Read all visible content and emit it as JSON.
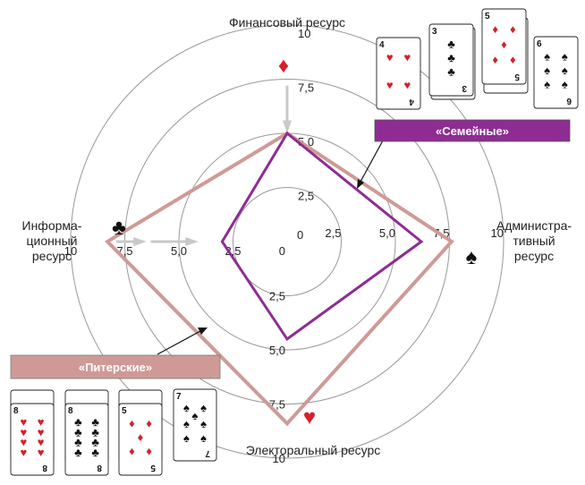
{
  "chart_data": {
    "type": "radar",
    "axes": [
      {
        "key": "financial",
        "label_lines": [
          "Финансовый ресурс"
        ],
        "suit": "♦",
        "suit_color": "#d6202a"
      },
      {
        "key": "administrative",
        "label_lines": [
          "Администра-",
          "тивный",
          "ресурс"
        ],
        "suit": "♠",
        "suit_color": "#111111"
      },
      {
        "key": "electoral",
        "label_lines": [
          "Электоральный ресурс"
        ],
        "suit": "♥",
        "suit_color": "#d6202a"
      },
      {
        "key": "informational",
        "label_lines": [
          "Информа-",
          "ционный",
          "ресурс"
        ],
        "suit": "♣",
        "suit_color": "#111111"
      }
    ],
    "rlim": [
      0,
      10
    ],
    "ticks": [
      {
        "value": 2.5,
        "label": "2,5"
      },
      {
        "value": 5,
        "label": "5,0"
      },
      {
        "value": 7.5,
        "label": "7,5"
      },
      {
        "value": 10,
        "label": "10"
      }
    ],
    "center_labels": [
      "0",
      "0"
    ],
    "rings": [
      2.5,
      5,
      7.5,
      10
    ],
    "series": [
      {
        "name": "«Семейные»",
        "color": "#8e2c93",
        "legend_color": "#8e2c93",
        "values": [
          5.0,
          6.2,
          4.5,
          3.0
        ]
      },
      {
        "name": "«Питерские»",
        "color": "#cf9a96",
        "legend_color": "#cf9a96",
        "values": [
          5.0,
          7.6,
          8.4,
          8.3
        ]
      }
    ]
  },
  "cards": {
    "semeynye": [
      {
        "rank": "4",
        "suit": "♥",
        "color": "#d6202a"
      },
      {
        "rank": "3",
        "suit": "♣",
        "color": "#111111"
      },
      {
        "rank": "5",
        "suit": "♦",
        "color": "#d6202a"
      },
      {
        "rank": "6",
        "suit": "♠",
        "color": "#111111"
      }
    ],
    "piterskie": [
      {
        "rank": "8",
        "suit": "♥",
        "color": "#d6202a"
      },
      {
        "rank": "8",
        "suit": "♣",
        "color": "#111111"
      },
      {
        "rank": "5",
        "suit": "♦",
        "color": "#d6202a"
      },
      {
        "rank": "7",
        "suit": "♠",
        "color": "#111111"
      }
    ]
  },
  "colors": {
    "grid": "#999999",
    "axis_arrow": "#c8c8c8"
  }
}
